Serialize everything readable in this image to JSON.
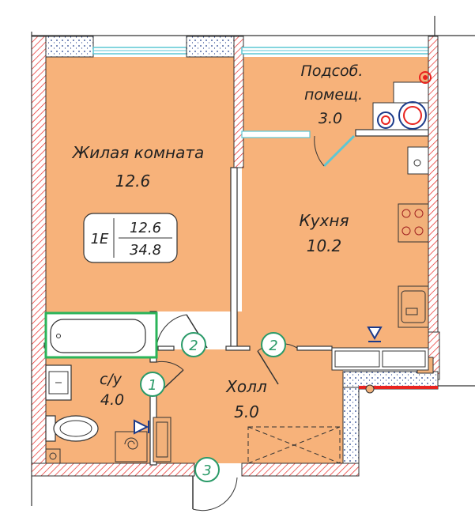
{
  "rooms": {
    "living": {
      "name": "Жилая комната",
      "area": "12.6"
    },
    "utility": {
      "name_line1": "Подсоб.",
      "name_line2": "помещ.",
      "area": "3.0"
    },
    "kitchen": {
      "name": "Кухня",
      "area": "10.2"
    },
    "bathroom": {
      "name": "с/у",
      "area": "4.0"
    },
    "hall": {
      "name": "Холл",
      "area": "5.0"
    }
  },
  "apartment_tag": {
    "type": "1Е",
    "living_area": "12.6",
    "total_area": "34.8"
  },
  "door_markers": [
    "2",
    "2",
    "1",
    "3"
  ],
  "colors": {
    "floor": "#f7b27a",
    "wall_red": "#e8231f",
    "wall_outline": "#333333",
    "window": "#5cc7d4",
    "green": "#2a9a68",
    "bath_green": "#2bb45a",
    "appliance_orange": "#f2b17a"
  }
}
